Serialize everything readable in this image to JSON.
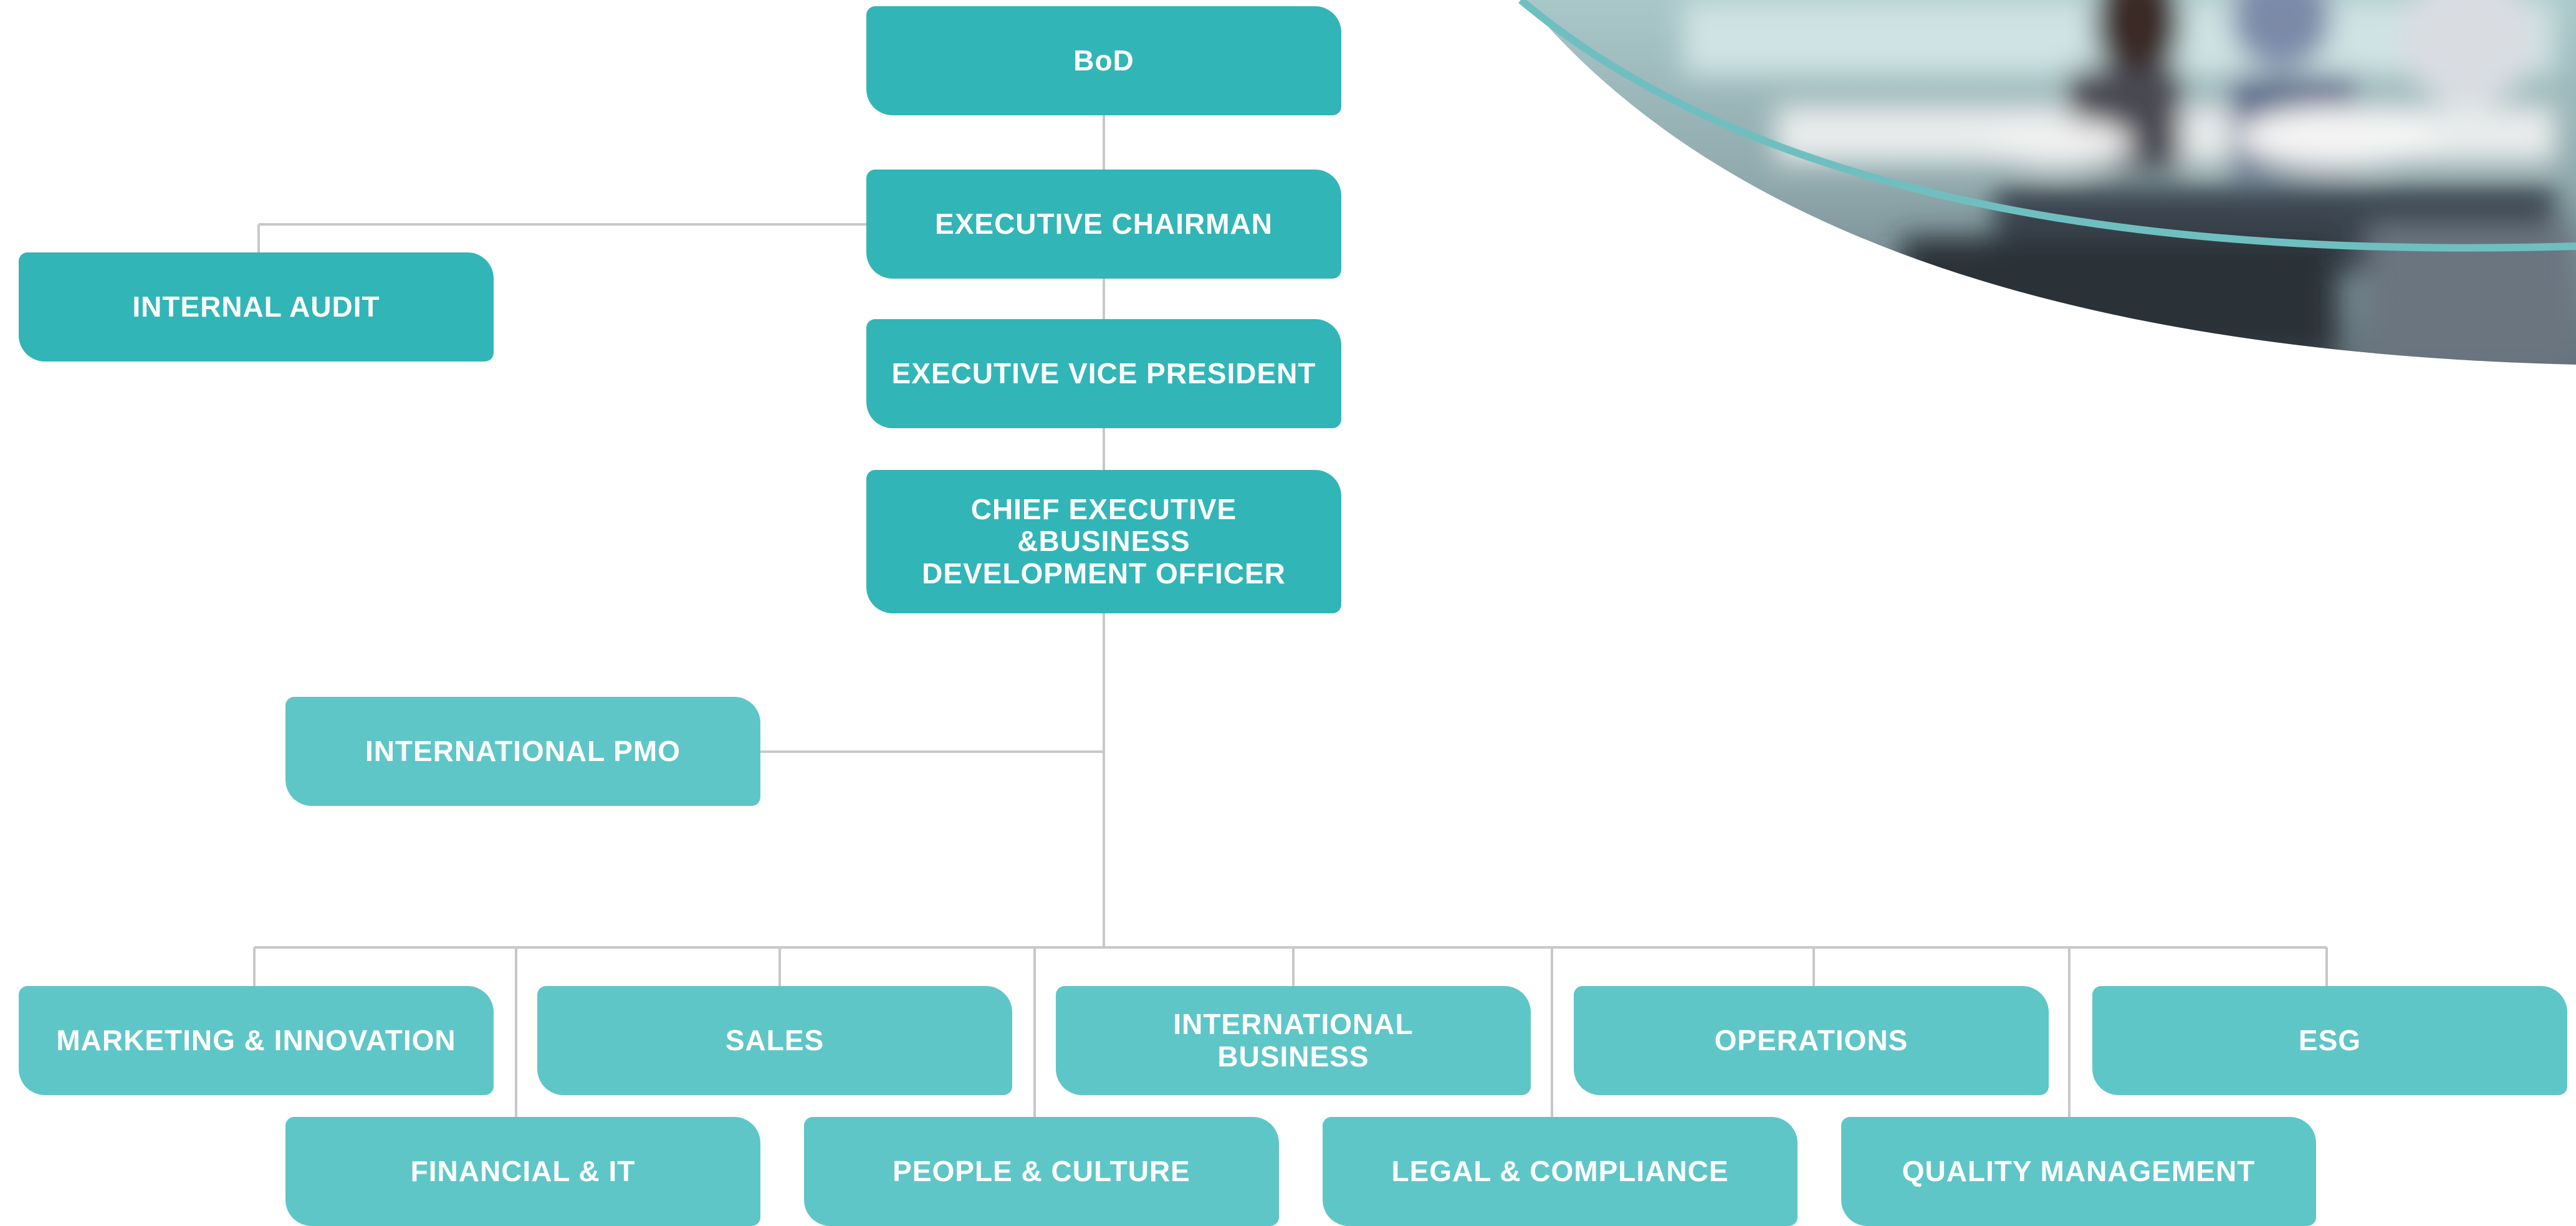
{
  "theme": {
    "dark_box": "#32b5b7",
    "light_box": "#5fc6c8",
    "connector": "#c8c8c8",
    "accent_arc": "#6fbfc0"
  },
  "decoration": {
    "photo": "blurred-meeting-room-photo"
  },
  "org": {
    "bod": "BoD",
    "executive_chairman": "EXECUTIVE CHAIRMAN",
    "internal_audit": "INTERNAL AUDIT",
    "executive_vice_president": "EXECUTIVE VICE PRESIDENT",
    "chief_executive": "CHIEF EXECUTIVE &BUSINESS\nDEVELOPMENT OFFICER",
    "international_pmo": "INTERNATIONAL PMO",
    "departments_top": [
      "MARKETING & INNOVATION",
      "SALES",
      "INTERNATIONAL\nBUSINESS",
      "OPERATIONS",
      "ESG"
    ],
    "departments_bottom": [
      "FINANCIAL & IT",
      "PEOPLE & CULTURE",
      "LEGAL & COMPLIANCE",
      "QUALITY MANAGEMENT"
    ]
  }
}
